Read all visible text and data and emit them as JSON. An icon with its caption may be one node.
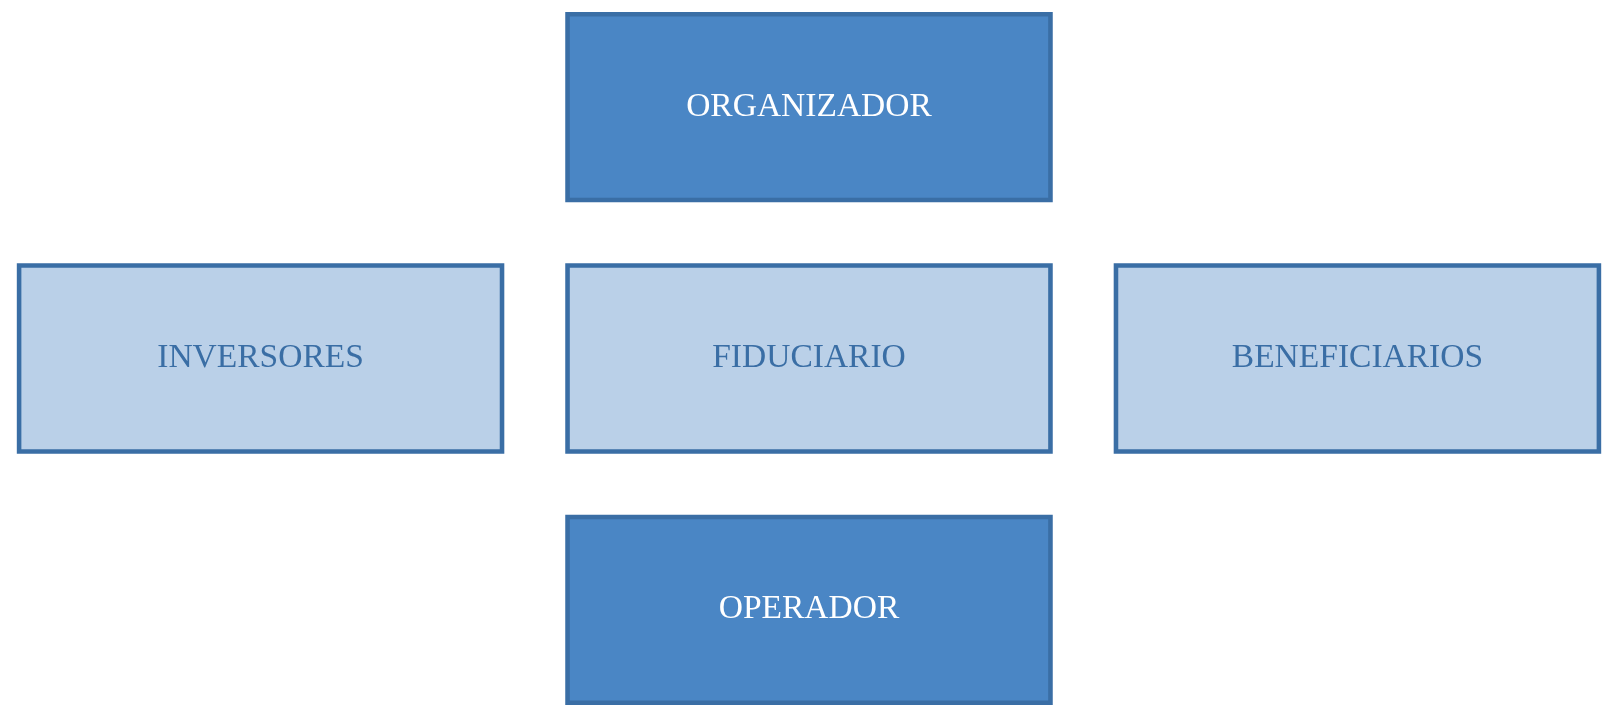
{
  "diagram": {
    "nodes": [
      {
        "text": [
          "ORGANIZADOR"
        ]
      },
      {
        "text": [
          "INVERSORES"
        ]
      },
      {
        "text": [
          "FIDUCIARIO"
        ]
      },
      {
        "text": [
          "BENEFICIARIOS"
        ]
      },
      {
        "text": [
          "OPERADOR"
        ]
      }
    ],
    "edges": []
  }
}
